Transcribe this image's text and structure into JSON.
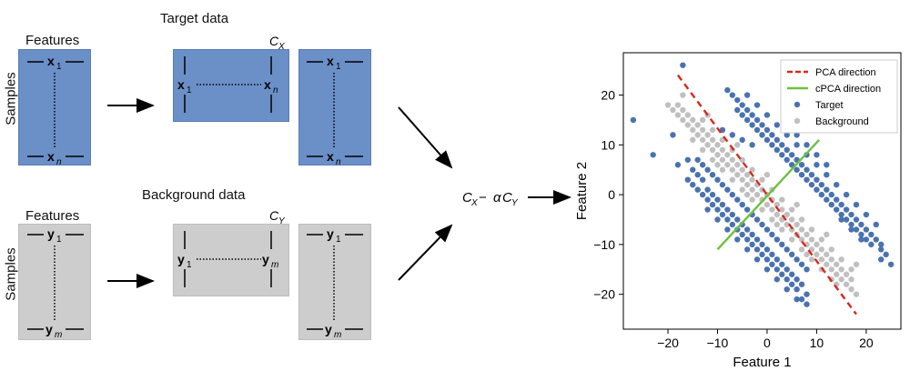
{
  "diagram": {
    "target": {
      "title": "Target data",
      "features_label": "Features",
      "samples_label": "Samples",
      "top_var": "x",
      "top_sub": "1",
      "bottom_var": "x",
      "bottom_sub": "n",
      "cov_label": "C",
      "cov_sub": "X",
      "color": "#6b8fc7"
    },
    "background": {
      "title": "Background data",
      "features_label": "Features",
      "samples_label": "Samples",
      "top_var": "y",
      "top_sub": "1",
      "bottom_var": "y",
      "bottom_sub": "m",
      "cov_label": "C",
      "cov_sub": "Y",
      "color": "#cdcdcd"
    },
    "combine": {
      "c1": "C",
      "c1_sub": "X",
      "minus": " − ",
      "alpha": "α",
      "c2": "C",
      "c2_sub": "Y"
    }
  },
  "chart_data": {
    "type": "scatter",
    "xlabel": "Feature 1",
    "ylabel": "Feature 2",
    "xlim": [
      -29,
      27
    ],
    "ylim": [
      -27,
      28.5
    ],
    "xticks": [
      -20,
      -10,
      0,
      10,
      20
    ],
    "yticks": [
      -20,
      -10,
      0,
      10,
      20
    ],
    "legend_position": "top-right",
    "legend": [
      "PCA direction",
      "cPCA direction",
      "Target",
      "Background"
    ],
    "series": [
      {
        "name": "Target",
        "color": "#4a72b0",
        "description_points": "two parallel bands offset from the background cluster"
      },
      {
        "name": "Background",
        "color": "#c0c0c0"
      }
    ],
    "lines": [
      {
        "name": "PCA direction",
        "color": "#d62a1e",
        "style": "dashed",
        "x": [
          -18,
          18
        ],
        "y": [
          24,
          -24
        ]
      },
      {
        "name": "cPCA direction",
        "color": "#6cc041",
        "style": "solid",
        "x": [
          -10,
          10.5
        ],
        "y": [
          -11,
          11
        ]
      }
    ],
    "target_points": [
      [
        -17,
        26
      ],
      [
        -27,
        15
      ],
      [
        -23,
        8
      ],
      [
        -19,
        12
      ],
      [
        -18,
        6
      ],
      [
        -16,
        7
      ],
      [
        -15,
        5
      ],
      [
        -14,
        4
      ],
      [
        -13,
        3
      ],
      [
        -12,
        1
      ],
      [
        -11,
        0
      ],
      [
        -10,
        -1
      ],
      [
        -9,
        -2
      ],
      [
        -8,
        -3
      ],
      [
        -7,
        -4
      ],
      [
        -6,
        -5
      ],
      [
        -5,
        -6
      ],
      [
        -4,
        -7
      ],
      [
        -3,
        -8
      ],
      [
        -2,
        -9
      ],
      [
        -1,
        -10
      ],
      [
        0,
        -11
      ],
      [
        1,
        -12
      ],
      [
        2,
        -13
      ],
      [
        3,
        -14
      ],
      [
        4,
        -15
      ],
      [
        5,
        -16
      ],
      [
        6,
        -17
      ],
      [
        7,
        -18
      ],
      [
        8,
        -20
      ],
      [
        -16,
        3
      ],
      [
        -15,
        2
      ],
      [
        -14,
        1
      ],
      [
        -13,
        0
      ],
      [
        -12,
        -1
      ],
      [
        -11,
        -2
      ],
      [
        -10,
        -3
      ],
      [
        -9,
        -4
      ],
      [
        -8,
        -5
      ],
      [
        -7,
        -6
      ],
      [
        -6,
        -7
      ],
      [
        -5,
        -8
      ],
      [
        -4,
        -9
      ],
      [
        -3,
        -10
      ],
      [
        -2,
        -11
      ],
      [
        -1,
        -12
      ],
      [
        0,
        -13
      ],
      [
        1,
        -14
      ],
      [
        2,
        -15
      ],
      [
        3,
        -16
      ],
      [
        4,
        -17
      ],
      [
        5,
        -18
      ],
      [
        6,
        -19
      ],
      [
        7,
        -21
      ],
      [
        8,
        -22
      ],
      [
        -14,
        7
      ],
      [
        -13,
        6
      ],
      [
        -12,
        5
      ],
      [
        -11,
        4
      ],
      [
        -10,
        3
      ],
      [
        -9,
        2
      ],
      [
        -8,
        1
      ],
      [
        -7,
        0
      ],
      [
        -6,
        -1
      ],
      [
        -5,
        -2
      ],
      [
        -4,
        -3
      ],
      [
        -3,
        -4
      ],
      [
        -2,
        -5
      ],
      [
        -1,
        -6
      ],
      [
        0,
        -7
      ],
      [
        1,
        -8
      ],
      [
        2,
        -9
      ],
      [
        3,
        -10
      ],
      [
        4,
        -11
      ],
      [
        5,
        -12
      ],
      [
        6,
        -13
      ],
      [
        7,
        -14
      ],
      [
        8,
        -15
      ],
      [
        -8,
        21
      ],
      [
        -7,
        20
      ],
      [
        -6,
        19
      ],
      [
        -5,
        18
      ],
      [
        -4,
        17
      ],
      [
        -3,
        16
      ],
      [
        -2,
        15
      ],
      [
        -1,
        14
      ],
      [
        0,
        13
      ],
      [
        1,
        12
      ],
      [
        2,
        11
      ],
      [
        3,
        10
      ],
      [
        4,
        9
      ],
      [
        5,
        8
      ],
      [
        6,
        7
      ],
      [
        7,
        6
      ],
      [
        8,
        5
      ],
      [
        9,
        4
      ],
      [
        10,
        3
      ],
      [
        11,
        2
      ],
      [
        12,
        1
      ],
      [
        13,
        0
      ],
      [
        14,
        -1
      ],
      [
        15,
        -2
      ],
      [
        16,
        -3
      ],
      [
        17,
        -4
      ],
      [
        18,
        -5
      ],
      [
        19,
        -6
      ],
      [
        20,
        -7
      ],
      [
        21,
        -8
      ],
      [
        22,
        -9
      ],
      [
        23,
        -10
      ],
      [
        -6,
        17
      ],
      [
        -5,
        16
      ],
      [
        -4,
        15
      ],
      [
        -3,
        14
      ],
      [
        -2,
        13
      ],
      [
        -1,
        12
      ],
      [
        0,
        11
      ],
      [
        1,
        10
      ],
      [
        2,
        9
      ],
      [
        3,
        8
      ],
      [
        4,
        7
      ],
      [
        5,
        6
      ],
      [
        6,
        5
      ],
      [
        7,
        4
      ],
      [
        8,
        3
      ],
      [
        9,
        2
      ],
      [
        10,
        1
      ],
      [
        11,
        0
      ],
      [
        12,
        -1
      ],
      [
        13,
        -2
      ],
      [
        14,
        -3
      ],
      [
        15,
        -4
      ],
      [
        16,
        -5
      ],
      [
        17,
        -6
      ],
      [
        18,
        -7
      ],
      [
        19,
        -8
      ],
      [
        20,
        -9
      ],
      [
        -4,
        20
      ],
      [
        -2,
        18
      ],
      [
        0,
        16
      ],
      [
        2,
        14
      ],
      [
        4,
        12
      ],
      [
        6,
        10
      ],
      [
        8,
        8
      ],
      [
        10,
        6
      ],
      [
        12,
        4
      ],
      [
        14,
        2
      ],
      [
        16,
        0
      ],
      [
        18,
        -2
      ],
      [
        20,
        -4
      ],
      [
        22,
        -6
      ],
      [
        23,
        -11
      ],
      [
        24,
        -12
      ],
      [
        25,
        -14
      ],
      [
        23,
        -13
      ],
      [
        21,
        -10
      ],
      [
        19,
        -9
      ],
      [
        17,
        -7
      ],
      [
        15,
        -5
      ],
      [
        -9,
        13
      ],
      [
        -7,
        12
      ],
      [
        -5,
        11
      ],
      [
        -3,
        10
      ],
      [
        6,
        12
      ],
      [
        8,
        10
      ],
      [
        10,
        8
      ],
      [
        12,
        6
      ],
      [
        -12,
        -3
      ],
      [
        -10,
        -5
      ],
      [
        -8,
        -7
      ],
      [
        -6,
        -9
      ],
      [
        -4,
        -11
      ],
      [
        -2,
        -13
      ],
      [
        0,
        -15
      ],
      [
        2,
        -17
      ],
      [
        4,
        -19
      ],
      [
        6,
        -21
      ]
    ],
    "background_points": [
      [
        -19,
        17
      ],
      [
        -18,
        16
      ],
      [
        -17,
        15
      ],
      [
        -16,
        14
      ],
      [
        -15,
        13
      ],
      [
        -14,
        12
      ],
      [
        -13,
        11
      ],
      [
        -12,
        10
      ],
      [
        -11,
        9
      ],
      [
        -10,
        8
      ],
      [
        -9,
        7
      ],
      [
        -8,
        6
      ],
      [
        -7,
        5
      ],
      [
        -6,
        4
      ],
      [
        -5,
        3
      ],
      [
        -4,
        2
      ],
      [
        -3,
        1
      ],
      [
        -2,
        0
      ],
      [
        -1,
        -1
      ],
      [
        0,
        -2
      ],
      [
        1,
        -3
      ],
      [
        2,
        -4
      ],
      [
        3,
        -5
      ],
      [
        4,
        -6
      ],
      [
        5,
        -7
      ],
      [
        6,
        -8
      ],
      [
        7,
        -9
      ],
      [
        8,
        -10
      ],
      [
        9,
        -11
      ],
      [
        10,
        -12
      ],
      [
        11,
        -13
      ],
      [
        12,
        -14
      ],
      [
        13,
        -15
      ],
      [
        14,
        -16
      ],
      [
        15,
        -17
      ],
      [
        16,
        -18
      ],
      [
        -18,
        18
      ],
      [
        -17,
        17
      ],
      [
        -16,
        16
      ],
      [
        -15,
        15
      ],
      [
        -14,
        14
      ],
      [
        -13,
        13
      ],
      [
        -12,
        12
      ],
      [
        -11,
        11
      ],
      [
        -10,
        10
      ],
      [
        -9,
        9
      ],
      [
        -8,
        8
      ],
      [
        -7,
        7
      ],
      [
        -6,
        6
      ],
      [
        -5,
        5
      ],
      [
        -4,
        4
      ],
      [
        -3,
        3
      ],
      [
        -2,
        2
      ],
      [
        -1,
        1
      ],
      [
        0,
        0
      ],
      [
        1,
        -1
      ],
      [
        2,
        -2
      ],
      [
        3,
        -3
      ],
      [
        4,
        -4
      ],
      [
        5,
        -5
      ],
      [
        6,
        -6
      ],
      [
        7,
        -7
      ],
      [
        8,
        -8
      ],
      [
        9,
        -9
      ],
      [
        10,
        -10
      ],
      [
        11,
        -11
      ],
      [
        12,
        -12
      ],
      [
        13,
        -13
      ],
      [
        14,
        -14
      ],
      [
        15,
        -15
      ],
      [
        16,
        -16
      ],
      [
        17,
        -17
      ],
      [
        -15,
        11
      ],
      [
        -13,
        9
      ],
      [
        -11,
        7
      ],
      [
        -9,
        5
      ],
      [
        -7,
        3
      ],
      [
        -5,
        1
      ],
      [
        -3,
        -1
      ],
      [
        -1,
        -3
      ],
      [
        1,
        -5
      ],
      [
        3,
        -7
      ],
      [
        5,
        -9
      ],
      [
        7,
        -11
      ],
      [
        9,
        -13
      ],
      [
        11,
        -15
      ],
      [
        13,
        -17
      ],
      [
        -13,
        15
      ],
      [
        -11,
        13
      ],
      [
        -9,
        11
      ],
      [
        -7,
        9
      ],
      [
        -5,
        7
      ],
      [
        -3,
        5
      ],
      [
        -1,
        3
      ],
      [
        1,
        1
      ],
      [
        3,
        -1
      ],
      [
        5,
        -3
      ],
      [
        7,
        -5
      ],
      [
        9,
        -7
      ],
      [
        11,
        -9
      ],
      [
        13,
        -11
      ],
      [
        15,
        -13
      ],
      [
        17,
        -15
      ],
      [
        -20,
        18
      ],
      [
        -17,
        20
      ],
      [
        -12,
        16
      ],
      [
        -6,
        10
      ],
      [
        0,
        4
      ],
      [
        6,
        -2
      ],
      [
        12,
        -8
      ],
      [
        18,
        -14
      ],
      [
        -10,
        6
      ],
      [
        -4,
        0
      ],
      [
        2,
        -6
      ],
      [
        8,
        -12
      ],
      [
        14,
        -18
      ],
      [
        17,
        -19
      ],
      [
        18,
        -20
      ]
    ]
  }
}
